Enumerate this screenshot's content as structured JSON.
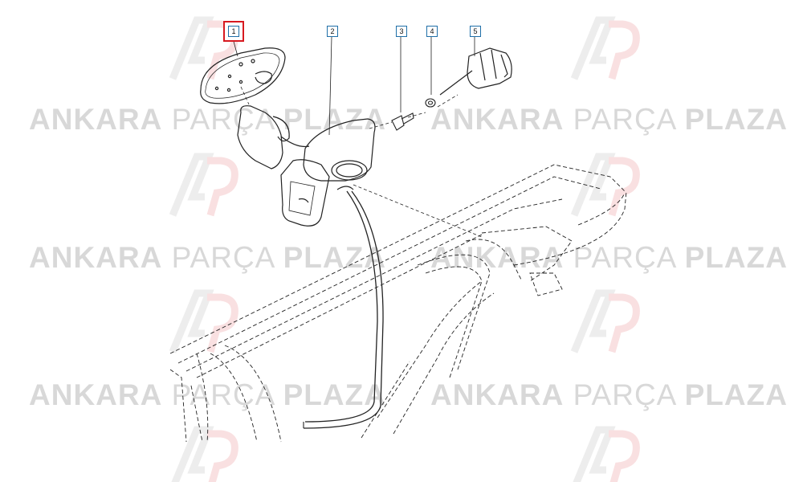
{
  "watermark": {
    "brand_word_1": "ANKARA",
    "brand_word_2": "PARÇA",
    "brand_word_3": "PLAZA",
    "logo_icon": "ap-logo-icon",
    "text_color": "#b9b9b9",
    "logo_color_dark": "#7a7a7a",
    "logo_color_red": "#d71920"
  },
  "callouts": [
    {
      "id": "1",
      "label": "1",
      "selected": true
    },
    {
      "id": "2",
      "label": "2",
      "selected": false
    },
    {
      "id": "3",
      "label": "3",
      "selected": false
    },
    {
      "id": "4",
      "label": "4",
      "selected": false
    },
    {
      "id": "5",
      "label": "5",
      "selected": false
    }
  ],
  "colors": {
    "callout_border": "#1f6fa8",
    "selected_ring": "#d71920",
    "drawing_line": "#222222"
  }
}
